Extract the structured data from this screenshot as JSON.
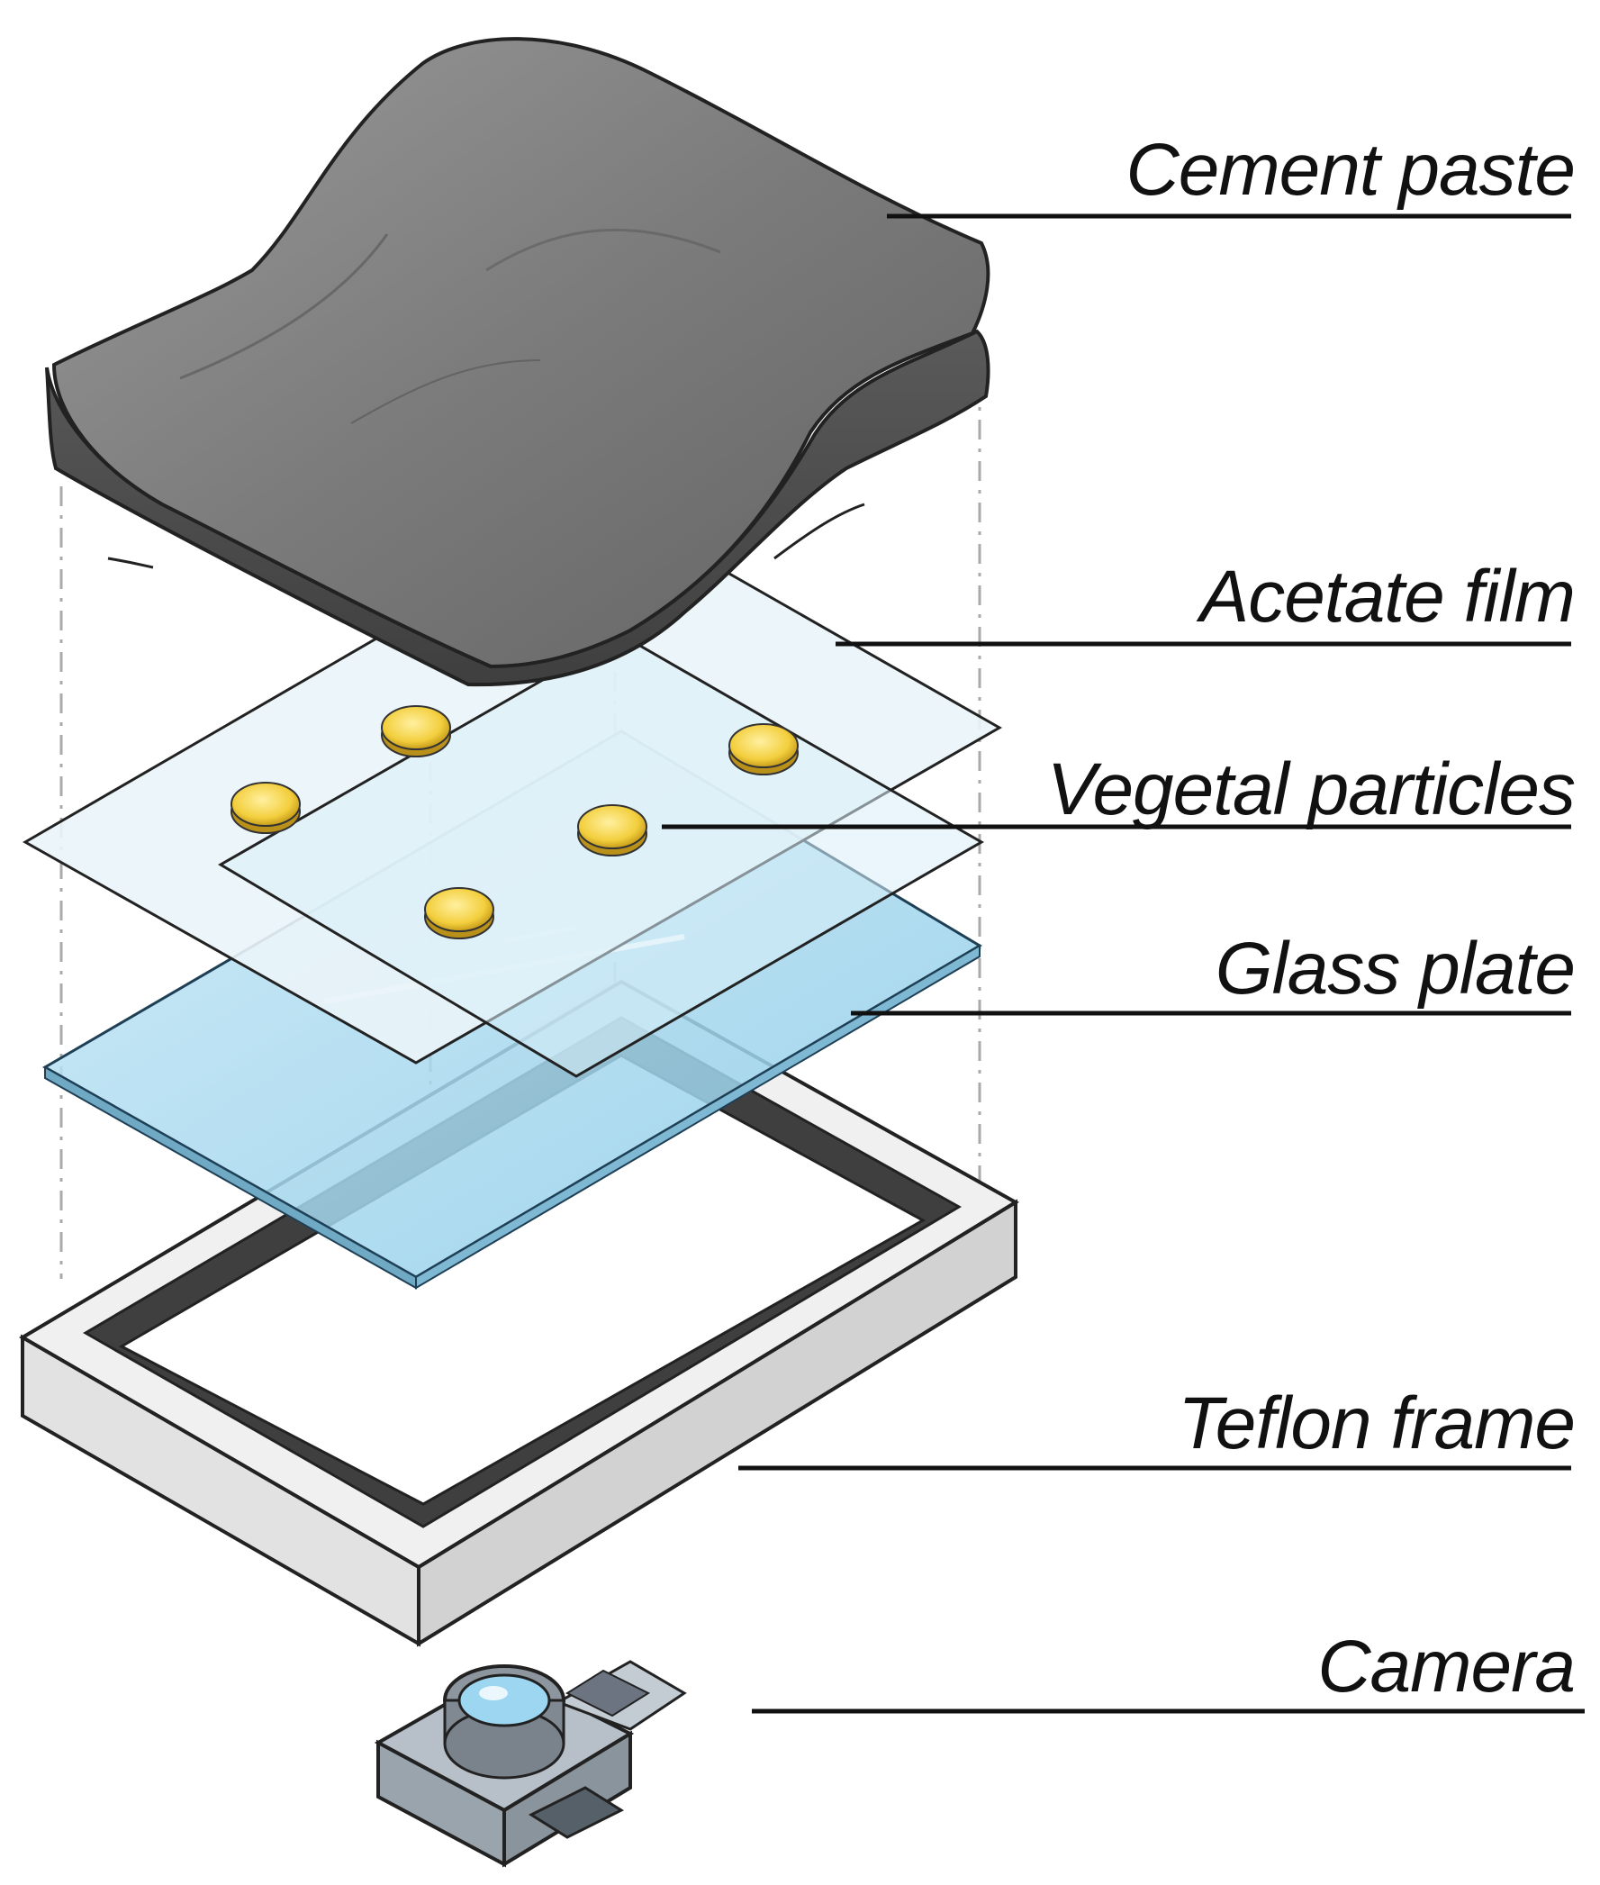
{
  "labels": {
    "cement_paste": "Cement paste",
    "acetate_film": "Acetate film",
    "vegetal_particles": "Vegetal particles",
    "glass_plate": "Glass plate",
    "teflon_frame": "Teflon frame",
    "camera": "Camera"
  },
  "colors": {
    "cement": "#6f6f6f",
    "cement_dark": "#4a4a4a",
    "acetate": "#eef6f8",
    "glass": "#a9d9ef",
    "particle": "#f4d24b",
    "frame": "#e6e6e6",
    "frame_inner": "#3d3d3d",
    "leader": "#111111"
  }
}
